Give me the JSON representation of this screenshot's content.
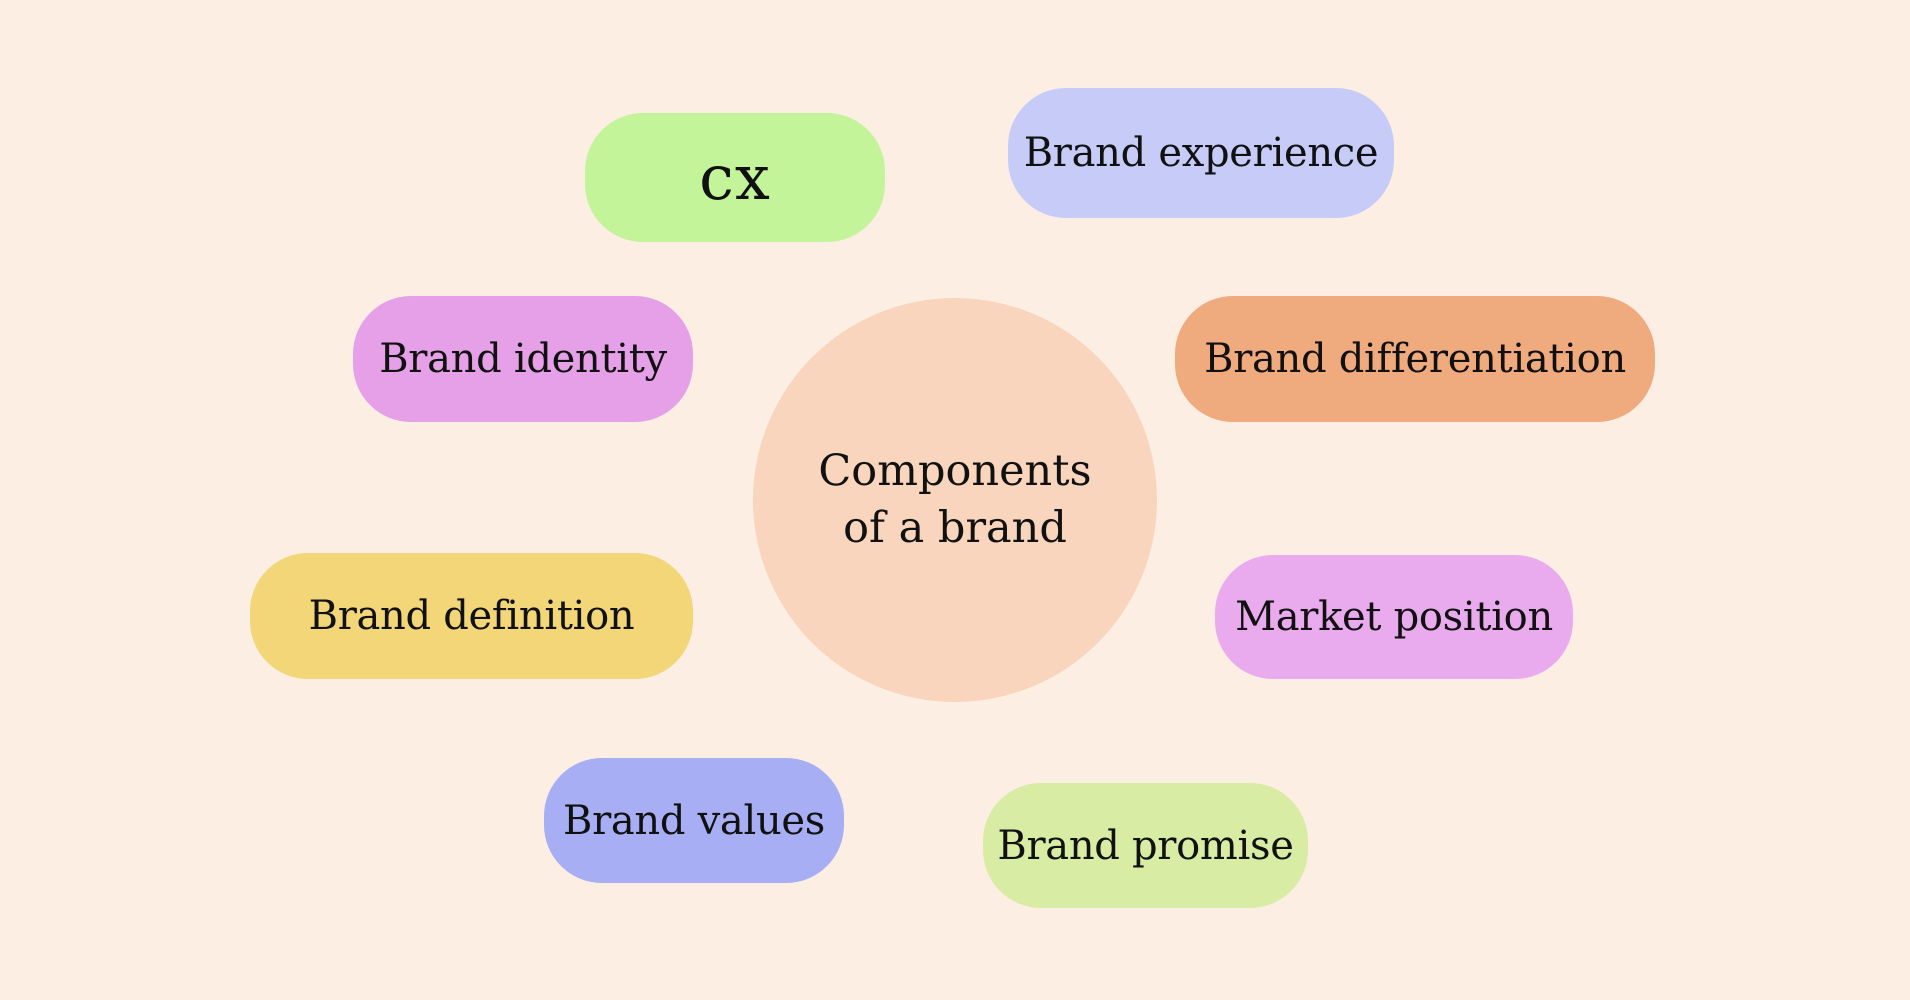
{
  "diagram": {
    "title": "Components of a brand",
    "background": "#fdeee4",
    "text_color": "#111111",
    "center": {
      "label": "Components of a brand",
      "lines": [
        "Components",
        "of a brand"
      ],
      "color": "#f8d5bc"
    },
    "items": [
      {
        "id": "cx",
        "label": "cx",
        "color": "#c3f49a"
      },
      {
        "id": "brand-experience",
        "label": "Brand experience",
        "color": "#c6cbf8"
      },
      {
        "id": "brand-identity",
        "label": "Brand identity",
        "color": "#e5a0e8"
      },
      {
        "id": "brand-differentiation",
        "label": "Brand differentiation",
        "color": "#efab7e"
      },
      {
        "id": "brand-definition",
        "label": "Brand definition",
        "color": "#f2d678"
      },
      {
        "id": "market-position",
        "label": "Market position",
        "color": "#e9abee"
      },
      {
        "id": "brand-values",
        "label": "Brand values",
        "color": "#a7aef3"
      },
      {
        "id": "brand-promise",
        "label": "Brand promise",
        "color": "#d9eca4"
      }
    ]
  }
}
